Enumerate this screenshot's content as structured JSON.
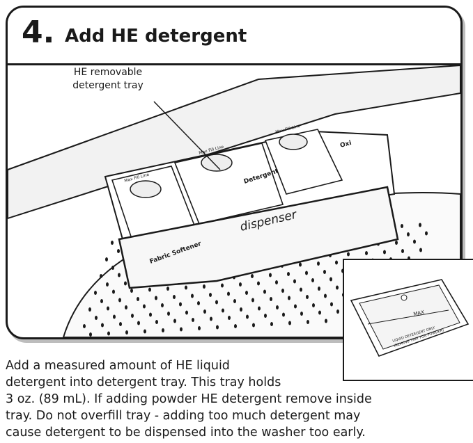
{
  "step": {
    "number": "4.",
    "title": "Add HE detergent"
  },
  "illustration": {
    "callout_line1": "HE removable",
    "callout_line2": "detergent tray",
    "drawer_label": "dispenser",
    "compartments": {
      "fabric_softener": "Fabric Softener",
      "detergent": "Detergent",
      "oxi": "Oxi",
      "max_fill": "Max Fill Line"
    }
  },
  "inset": {
    "max_label": "MAX",
    "note_line1": "LIQUID DETERGENT ONLY",
    "note_line2": "(REMOVE TRAY FOR POWDER)"
  },
  "instructions": {
    "line1": "Add a measured amount of HE liquid",
    "line2": "detergent into detergent tray. This tray holds",
    "line3": "3 oz. (89 mL). If adding powder HE detergent remove inside",
    "line4": "tray. Do not overfill tray - adding too much detergent may",
    "line5": "cause detergent to be dispensed into the washer too early."
  }
}
